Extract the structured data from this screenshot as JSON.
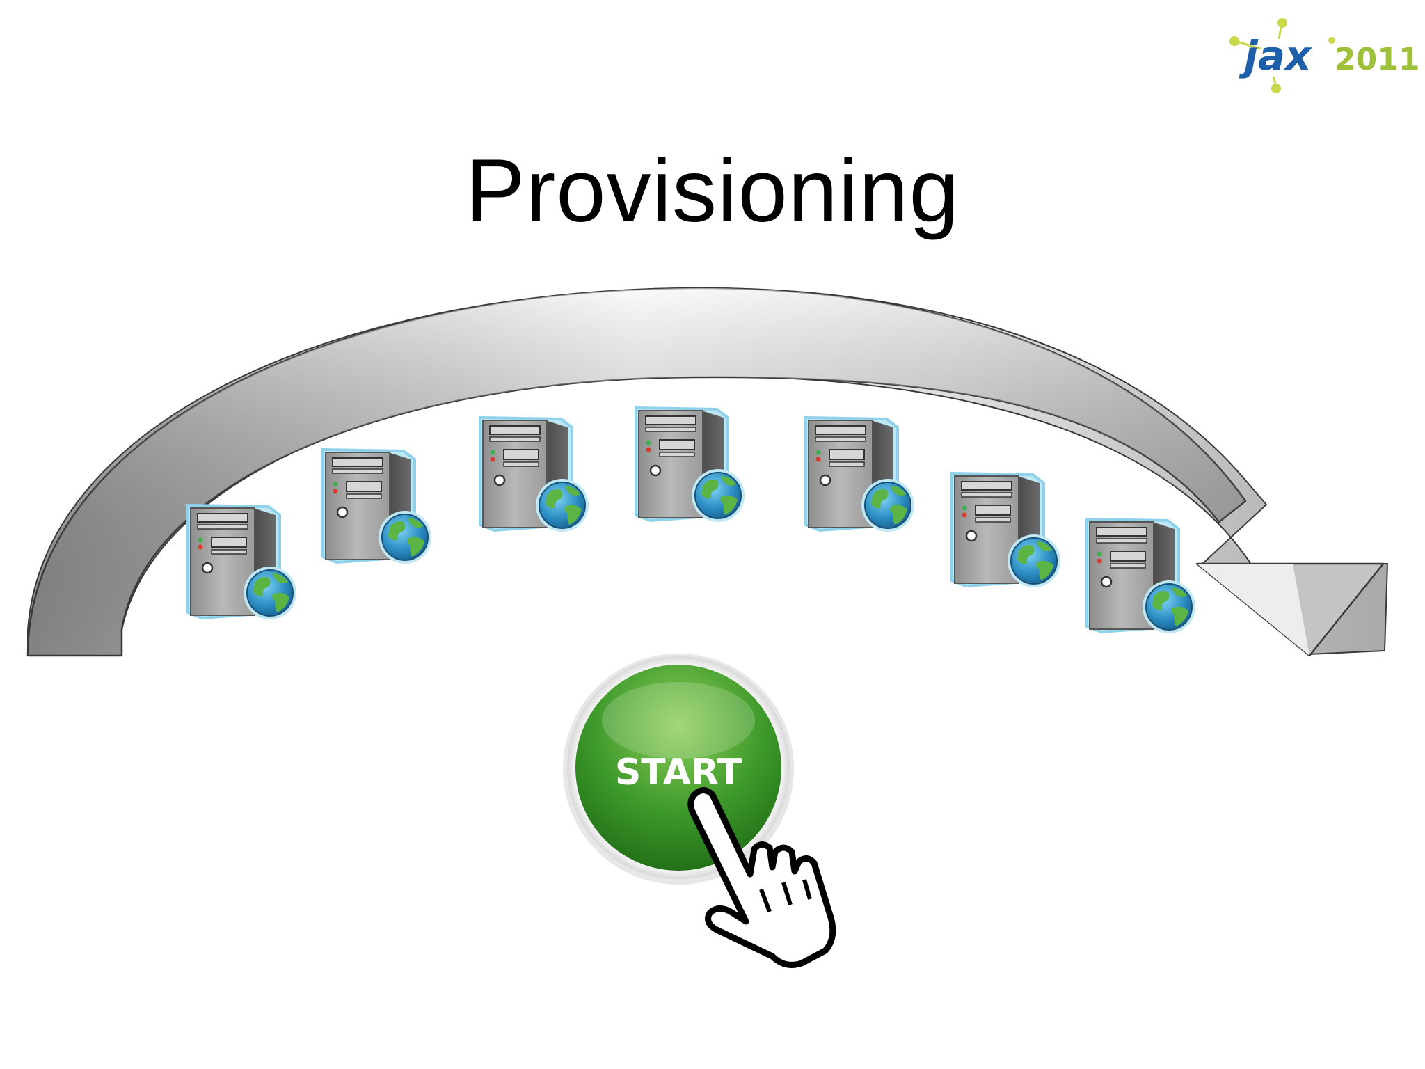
{
  "slide": {
    "title": "Provisioning"
  },
  "logo": {
    "brand": "jax",
    "year": "2011",
    "brand_color": "#1f5ea8",
    "accent_color": "#9ec03a"
  },
  "start_button": {
    "label": "START",
    "color": "#3e9a2b"
  },
  "servers": {
    "count": 7,
    "icon": "server-with-globe-icon"
  },
  "arrow": {
    "icon": "curved-arrow-icon"
  },
  "cursor": {
    "icon": "hand-pointer-icon"
  }
}
